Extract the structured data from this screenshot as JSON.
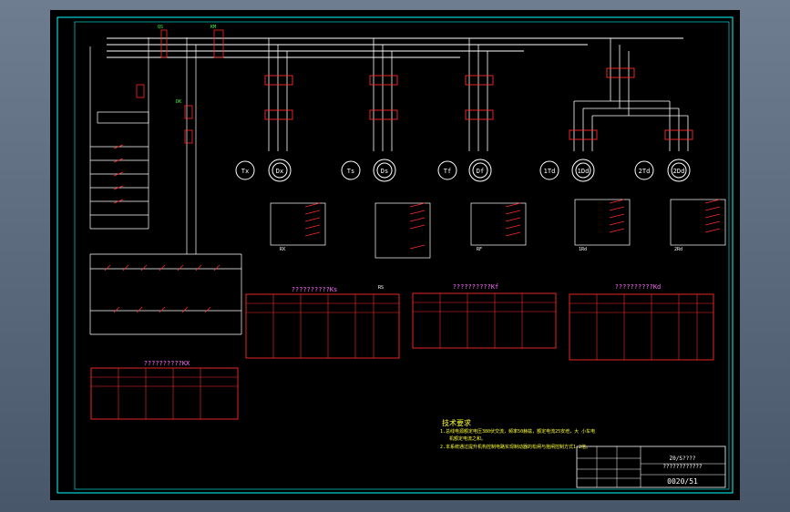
{
  "colors": {
    "viewport_bg": "#5b6b7d",
    "canvas_bg": "#000000",
    "border": "#00ffff",
    "wire": "#ffffff",
    "component": "#ff2a2a",
    "label": "#33ff33",
    "title": "#ff6eff",
    "note": "#ffff33"
  },
  "title_block": {
    "drawing_name": "Z0/S????",
    "subtitle": "????????????",
    "drawing_no": "0020/51"
  },
  "notes": {
    "heading": "技术要求",
    "line1": "1.总线电源额定电压380伏交流，频率50赫兹，额定电流25安培，大 小车电",
    "line2": "机额定电流之和。",
    "line3": "2.本系统通过提升机构控制电路实现制动器的松闸与抱闸控制方式1.2倍。"
  },
  "sections": {
    "kx": "??????????KX",
    "ks": "??????????Ks",
    "kf": "??????????Kf",
    "kd": "??????????Kd"
  },
  "motors": [
    {
      "id": "tx",
      "label": "Tx"
    },
    {
      "id": "dx",
      "label": "Dx"
    },
    {
      "id": "ts",
      "label": "Ts"
    },
    {
      "id": "ds",
      "label": "Ds"
    },
    {
      "id": "tf",
      "label": "Tf"
    },
    {
      "id": "df",
      "label": "Df"
    },
    {
      "id": "1td",
      "label": "1Td"
    },
    {
      "id": "1dd",
      "label": "1Dd"
    },
    {
      "id": "2td",
      "label": "2Td"
    },
    {
      "id": "2dd",
      "label": "2Dd"
    }
  ],
  "labels": {
    "group_rx": "RX",
    "group_rs": "RS",
    "group_rf": "RF",
    "group_1rd": "1Rd",
    "group_2rd": "2Rd",
    "main_switch": "QS",
    "contactor": "KM",
    "dk": "DK"
  }
}
